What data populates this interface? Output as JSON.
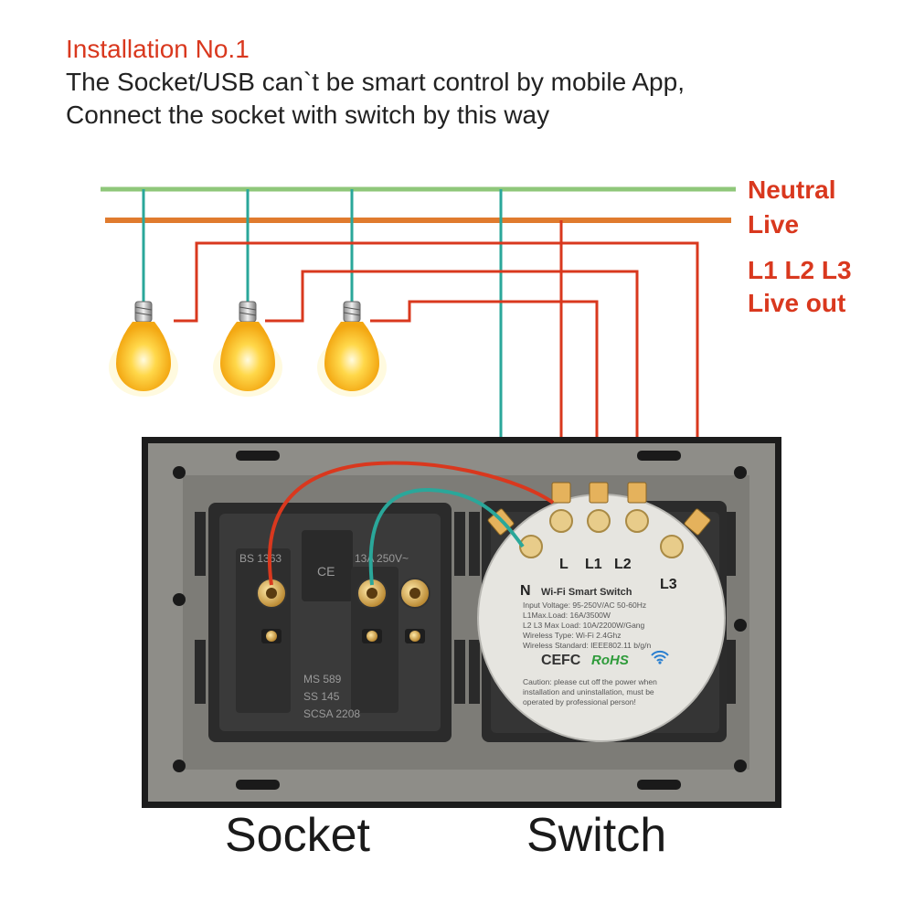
{
  "heading": {
    "line1": "Installation No.1",
    "line2": "The Socket/USB can`t be smart control by mobile App,",
    "line3": "Connect the socket with switch by this way"
  },
  "wire_labels": {
    "neutral": "Neutral",
    "live": "Live",
    "l1l2l3": "L1 L2 L3",
    "live_out": "Live out"
  },
  "socket": {
    "rating_left": "BS 1363",
    "rating_right": "13A 250V~",
    "ce_mark": "CE",
    "cert_1": "MS 589",
    "cert_2": "SS 145",
    "cert_3": "SCSA 2208"
  },
  "switch_module": {
    "terminal_l": "L",
    "terminal_l1": "L1",
    "terminal_l2": "L2",
    "terminal_n": "N",
    "terminal_l3": "L3",
    "title": "Wi-Fi Smart Switch",
    "spec_1": "Input Voltage: 95-250V/AC 50-60Hz",
    "spec_2": "L1Max.Load: 16A/3500W",
    "spec_3": "L2 L3 Max Load: 10A/2200W/Gang",
    "spec_4": "Wireless Type: Wi-Fi 2.4Ghz",
    "spec_5": "Wireless Standard: IEEE802.11 b/g/n",
    "cert_ce": "CE",
    "cert_fc": "FC",
    "cert_rohs": "RoHS",
    "caution_1": "Caution: please cut off the power when",
    "caution_2": "installation and uninstallation, must be",
    "caution_3": "operated by professional person!"
  },
  "captions": {
    "socket": "Socket",
    "switch": "Switch"
  },
  "colors": {
    "neutral_wire": "#8fc77a",
    "live_wire": "#e07b2e",
    "live_out_wire": "#d9381e",
    "drop_wire": "#2aa79a",
    "label_red": "#d9381e",
    "panel_frame": "#8e8d88",
    "module_body": "#e6e5e0"
  },
  "icons": {
    "bulb": "light-bulb-icon",
    "wifi": "wifi-icon"
  }
}
